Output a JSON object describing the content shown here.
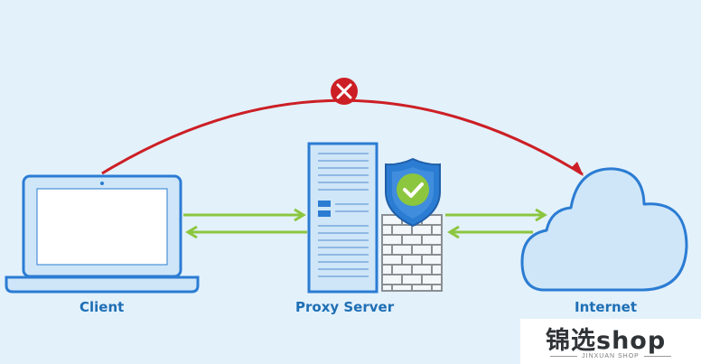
{
  "labels": {
    "client": "Client",
    "proxy": "Proxy Server",
    "internet": "Internet"
  },
  "watermark": {
    "main": "锦选shop",
    "sub": "JINXUAN SHOP"
  },
  "icons": [
    "laptop-icon",
    "server-icon",
    "shield-check-icon",
    "brick-firewall-icon",
    "cloud-icon",
    "blocked-x-icon"
  ],
  "colors": {
    "background": "#e3f1fb",
    "blue": "#2b7cd3",
    "fill": "#cfe6f8",
    "blocked_arrow": "#cc1f25",
    "flow_arrows": "#8cc63f",
    "label": "#1e6fb5"
  }
}
